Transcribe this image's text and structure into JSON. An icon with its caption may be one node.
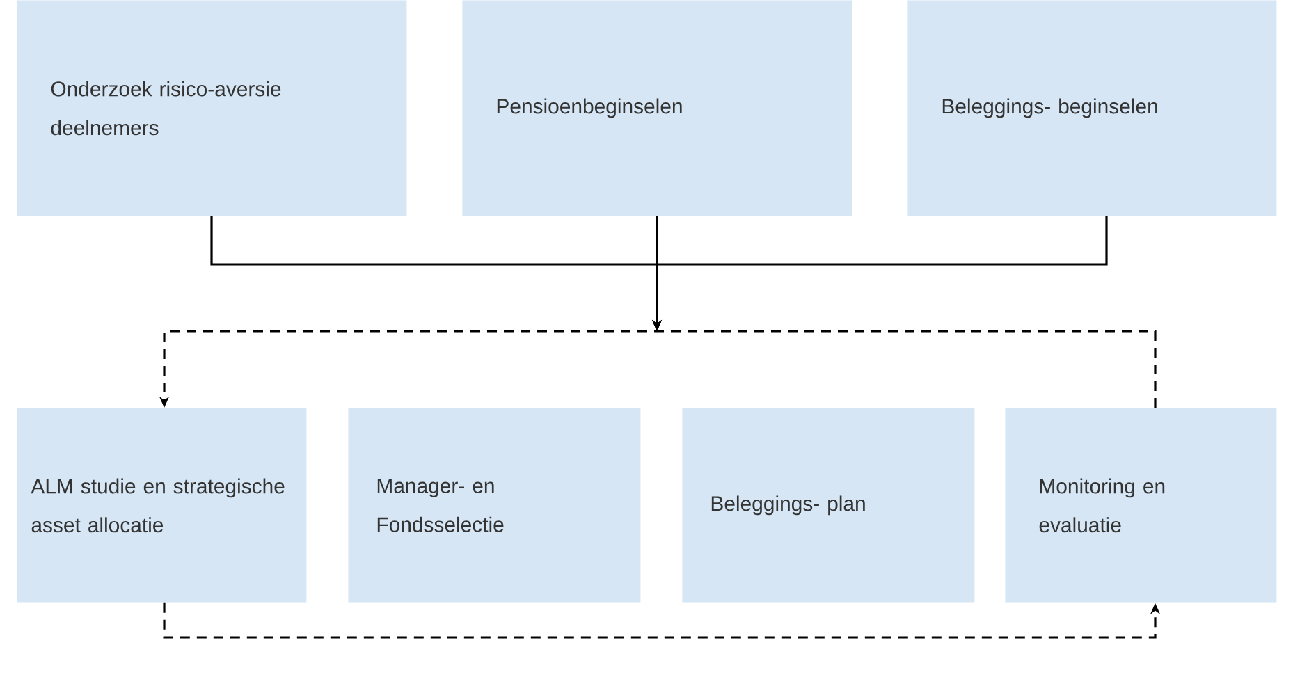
{
  "diagram": {
    "nodes": [
      {
        "text": [
          "Onderzoek risico-aversie deelnemers"
        ]
      },
      {
        "text": [
          "Pensioenbeginselen"
        ]
      },
      {
        "text": [
          "Beleggings- beginselen"
        ]
      },
      {
        "text": [
          "ALM studie en strategische asset allocatie"
        ]
      },
      {
        "text": [
          "Manager- en Fondsselectie"
        ]
      },
      {
        "text": [
          "Beleggings- plan"
        ]
      },
      {
        "text": [
          "Monitoring en evaluatie"
        ]
      }
    ],
    "edges": [
      {
        "from": 0,
        "to": null,
        "arrow": "to"
      },
      {
        "from": 1,
        "to": null,
        "arrow": "to"
      },
      {
        "from": 2,
        "to": null,
        "arrow": "to"
      },
      {
        "from": 6,
        "to": 3,
        "arrow": "to",
        "style": "dashed"
      },
      {
        "from": 3,
        "to": 6,
        "arrow": "to",
        "style": "dashed"
      }
    ]
  }
}
